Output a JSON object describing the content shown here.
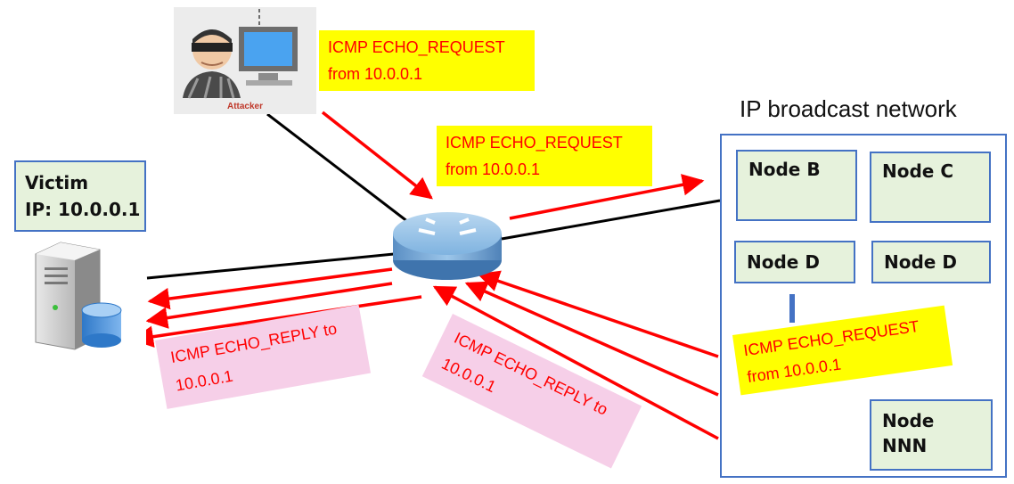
{
  "attacker": {
    "caption": "Attacker",
    "label_line1": "ICMP ECHO_REQUEST",
    "label_line2": "from 10.0.0.1"
  },
  "router_label": {
    "line1": "ICMP ECHO_REQUEST",
    "line2": "from 10.0.0.1"
  },
  "victim": {
    "title": "Victim",
    "ip": "IP: 10.0.0.1"
  },
  "network": {
    "title": "IP broadcast network",
    "nodes": [
      "Node B",
      "Node C",
      "Node D",
      "Node D",
      "Node",
      "NNN"
    ],
    "request_line1": "ICMP ECHO_REQUEST",
    "request_line2": "from 10.0.0.1"
  },
  "reply_left": {
    "line1": "ICMP ECHO_REPLY to",
    "line2": "10.0.0.1"
  },
  "reply_center": {
    "line1": "ICMP ECHO_REPLY to",
    "line2": "10.0.0.1"
  },
  "colors": {
    "arrow": "#ff0000",
    "link": "#000000",
    "node_fill": "#e6f2dc",
    "node_border": "#4472c4",
    "request_bg": "#ffff00",
    "reply_bg": "#f6cfe8"
  }
}
